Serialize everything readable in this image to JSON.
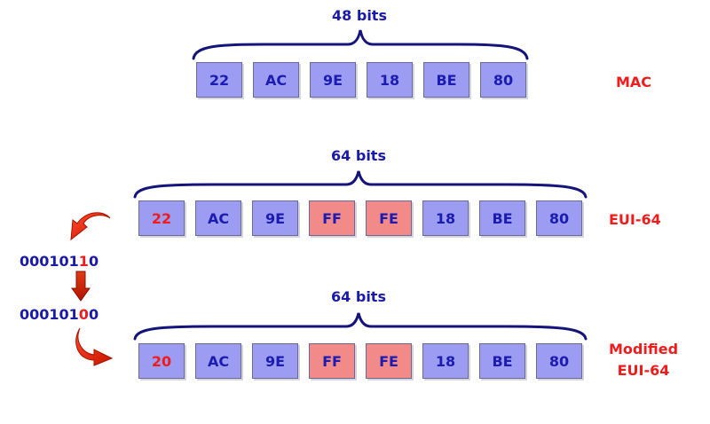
{
  "mac": {
    "bits_label": "48 bits",
    "bytes": [
      "22",
      "AC",
      "9E",
      "18",
      "BE",
      "80"
    ],
    "name": "MAC"
  },
  "eui64": {
    "bits_label": "64 bits",
    "bytes": [
      "22",
      "AC",
      "9E",
      "FF",
      "FE",
      "18",
      "BE",
      "80"
    ],
    "name": "EUI-64"
  },
  "modified": {
    "bits_label": "64 bits",
    "bytes": [
      "20",
      "AC",
      "9E",
      "FF",
      "FE",
      "18",
      "BE",
      "80"
    ],
    "name_line1": "Modified",
    "name_line2": "EUI-64"
  },
  "binary_before": {
    "prefix": "000101",
    "flipped_bit": "1",
    "suffix": "0"
  },
  "binary_after": {
    "prefix": "000101",
    "flipped_bit": "0",
    "suffix": "0"
  },
  "colors": {
    "byte_fill": "#9c9cf2",
    "inserted_fill": "#f28a8a",
    "text_blue": "#1c1cb0",
    "accent_red": "#ee1c1c",
    "brace_blue": "#14147a"
  }
}
